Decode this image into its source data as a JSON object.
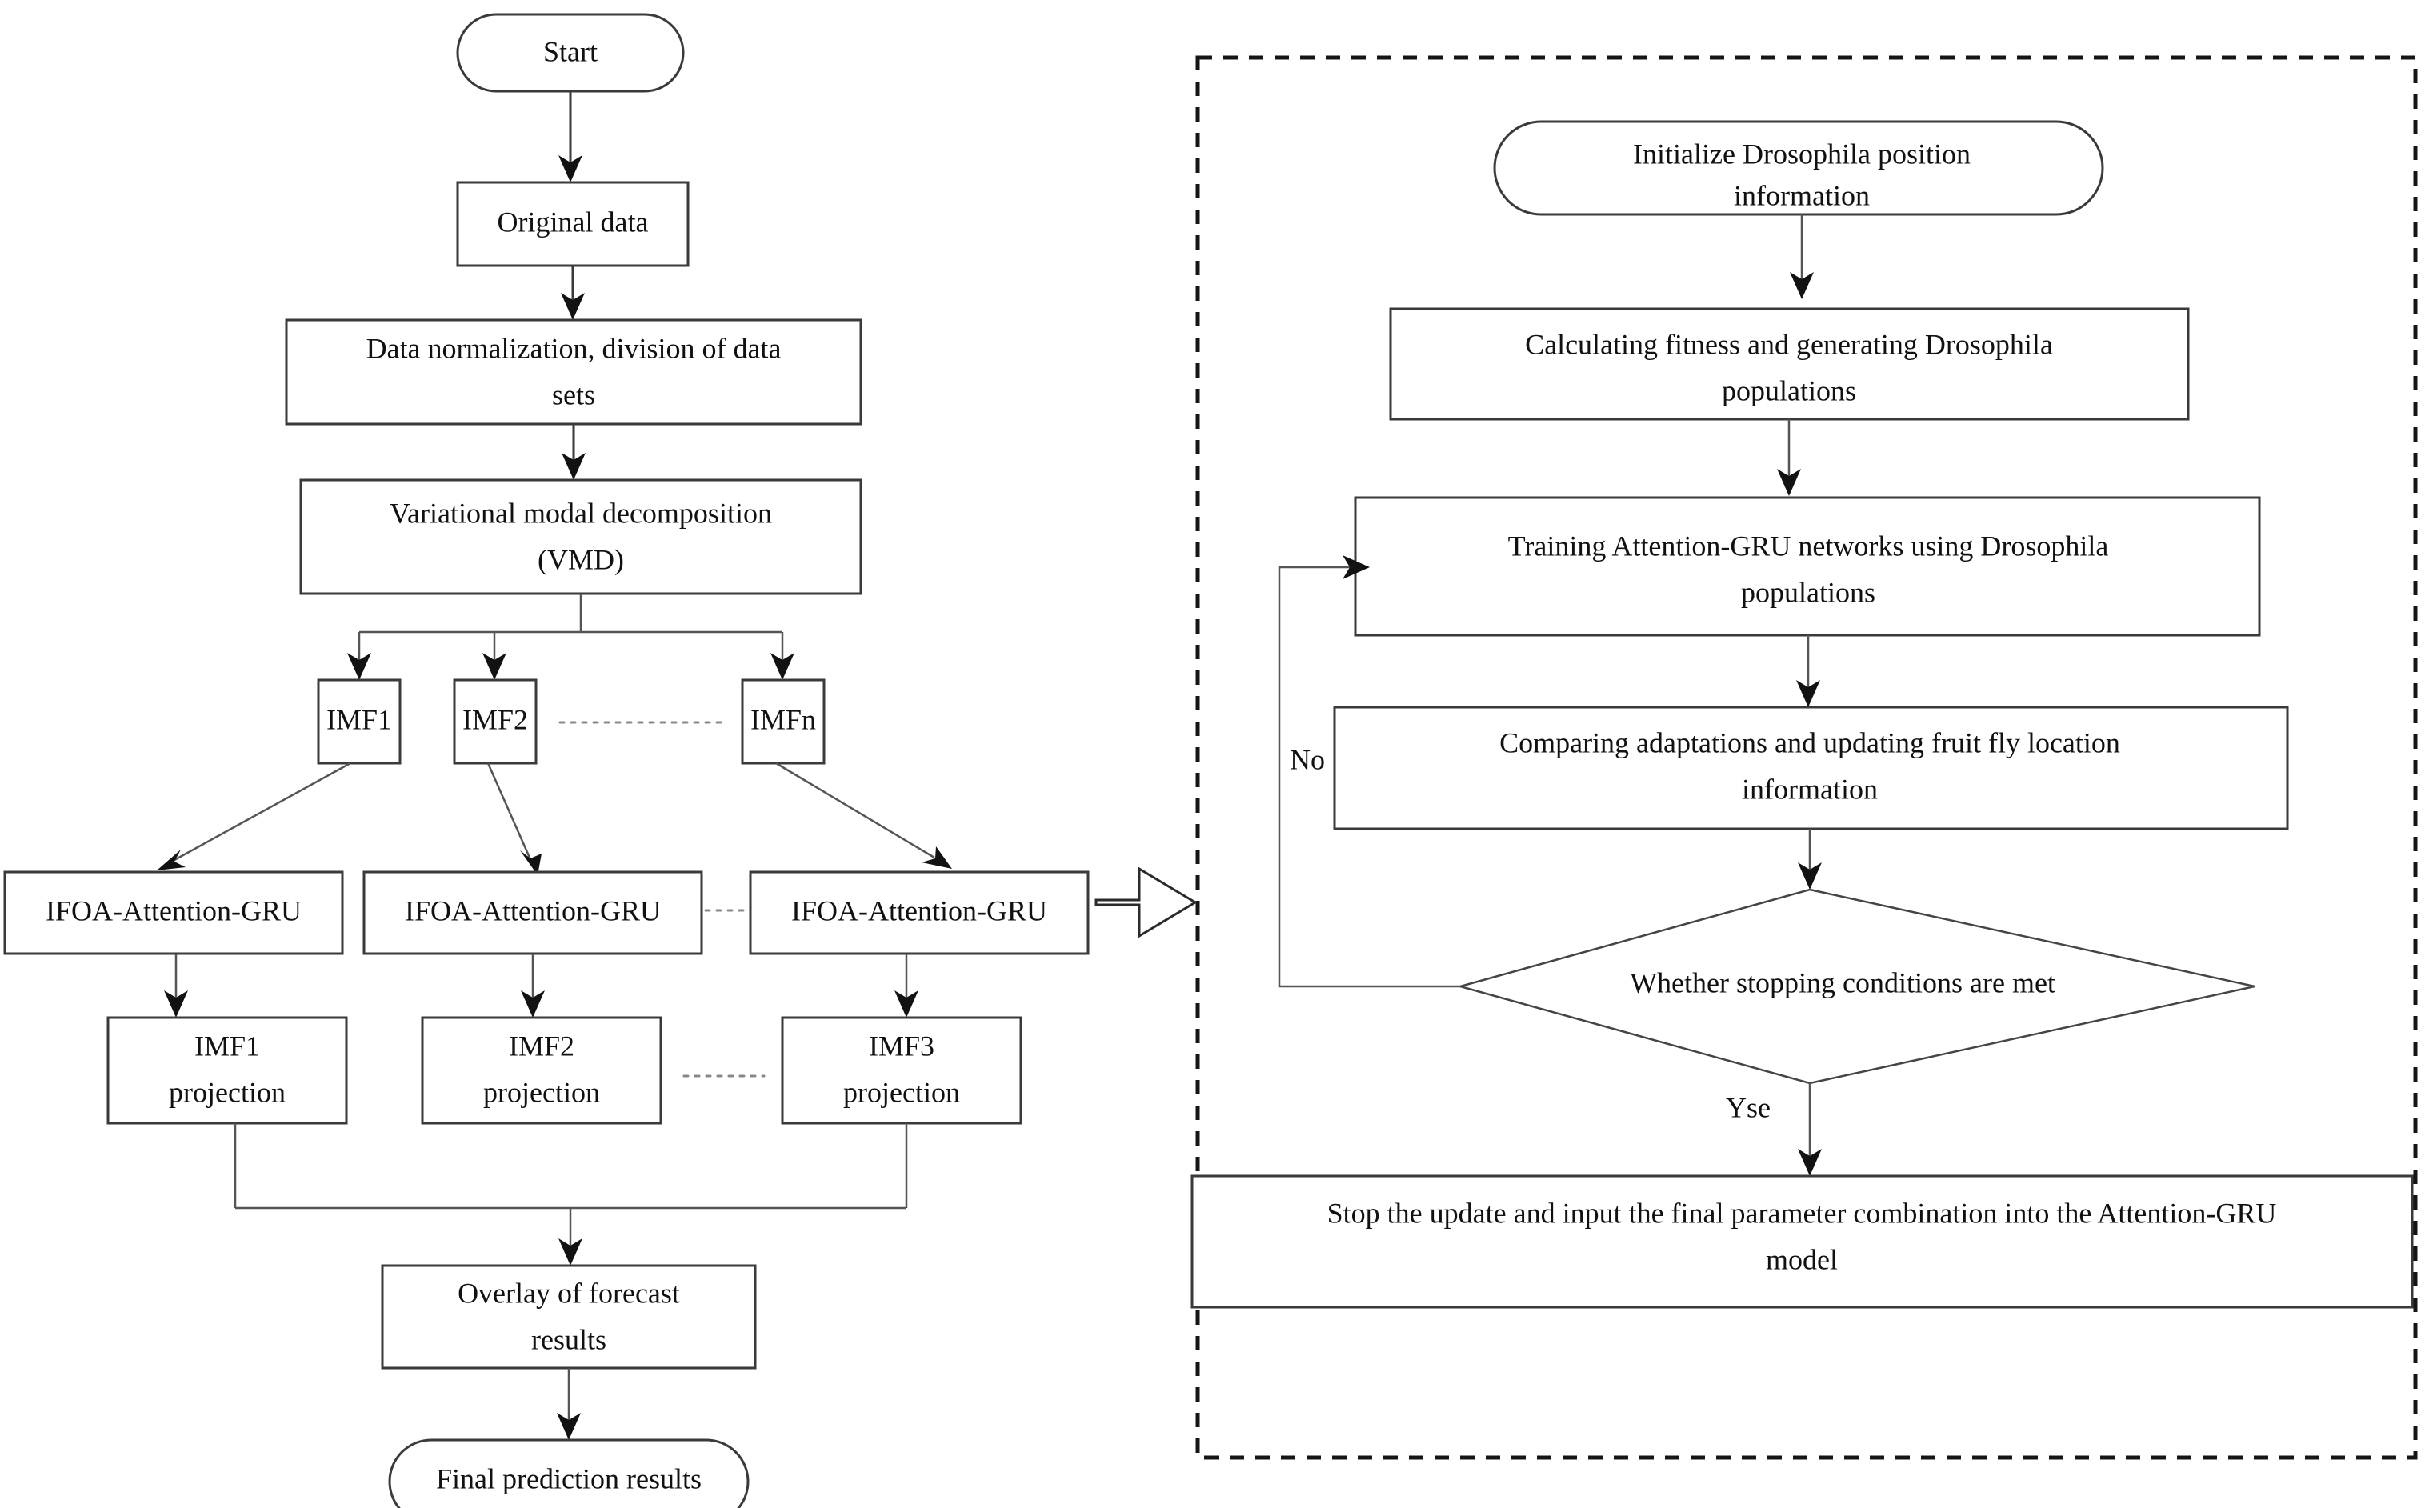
{
  "diagram": {
    "title": "IFOA-Attention-GRU VMD forecasting flowchart",
    "background_color": "#ffffff",
    "stroke_color": "#3a3a3a",
    "text_color": "#111111",
    "dashed_group_color": "#151515"
  },
  "left_flow": {
    "nodes": {
      "start": {
        "label": "Start",
        "shape": "stadium"
      },
      "original_data": {
        "label": "Original data",
        "shape": "rect"
      },
      "normalization_line1": "Data normalization, division of data",
      "normalization_line2": "sets",
      "vmd_line1": "Variational modal decomposition",
      "vmd_line2": "(VMD)",
      "imf1": "IMF1",
      "imf2": "IMF2",
      "imfn": "IMFn",
      "gru1": "IFOA-Attention-GRU",
      "gru2": "IFOA-Attention-GRU",
      "gru3": "IFOA-Attention-GRU",
      "proj1_line1": "IMF1",
      "proj1_line2": "projection",
      "proj2_line1": "IMF2",
      "proj2_line2": "projection",
      "proj3_line1": "IMF3",
      "proj3_line2": "projection",
      "overlay_line1": "Overlay of forecast",
      "overlay_line2": "results",
      "final": {
        "label": "Final prediction results",
        "shape": "stadium"
      }
    }
  },
  "right_flow": {
    "group_border": "dashed",
    "nodes": {
      "initialize_line1": "Initialize Drosophila position",
      "initialize_line2": "information",
      "fitness_line1": "Calculating fitness and generating Drosophila",
      "fitness_line2": "populations",
      "training_line1": "Training Attention-GRU networks using Drosophila",
      "training_line2": "populations",
      "comparing_line1": "Comparing adaptations and updating fruit fly location",
      "comparing_line2": "information",
      "decision": {
        "label": "Whether stopping conditions are met",
        "shape": "diamond"
      },
      "stop_line1": "Stop the update and input the final parameter combination into the Attention-GRU",
      "stop_line2": "model"
    },
    "edge_labels": {
      "no": "No",
      "yes": "Yse"
    }
  }
}
